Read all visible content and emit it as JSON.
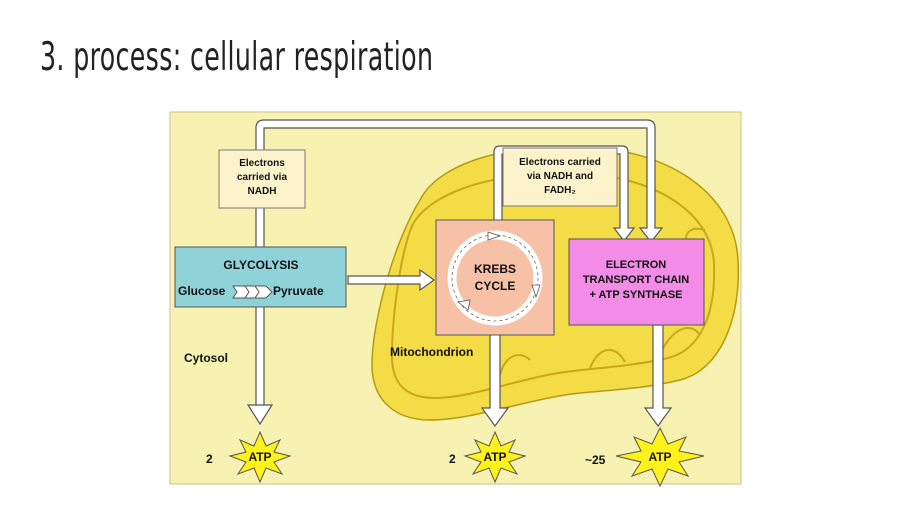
{
  "slide": {
    "title": "3. process: cellular respiration"
  },
  "diagram": {
    "nadh_label": [
      "Electrons",
      "carried via",
      "NADH"
    ],
    "nadh_fadh_label": [
      "Electrons carried",
      "via NADH and",
      "FADH₂"
    ],
    "glycolysis": {
      "title": "GLYCOLYSIS",
      "input": "Glucose",
      "output": "Pyruvate"
    },
    "krebs": [
      "KREBS",
      "CYCLE"
    ],
    "etc": [
      "ELECTRON",
      "TRANSPORT CHAIN",
      "+ ATP SYNTHASE"
    ],
    "cytosol_label": "Cytosol",
    "mito_label": "Mitochondrion",
    "atp": [
      {
        "count": "2",
        "label": "ATP"
      },
      {
        "count": "2",
        "label": "ATP"
      },
      {
        "count": "~25",
        "label": "ATP"
      }
    ],
    "colors": {
      "panel_bg": "#f8f2b2",
      "mitochondrion": "#f3dc46",
      "glycolysis": "#8fd3d9",
      "krebs": "#f6c1a6",
      "etc": "#f28ce6",
      "label_box": "#fcf3cd",
      "starburst": "#fff21a"
    }
  }
}
